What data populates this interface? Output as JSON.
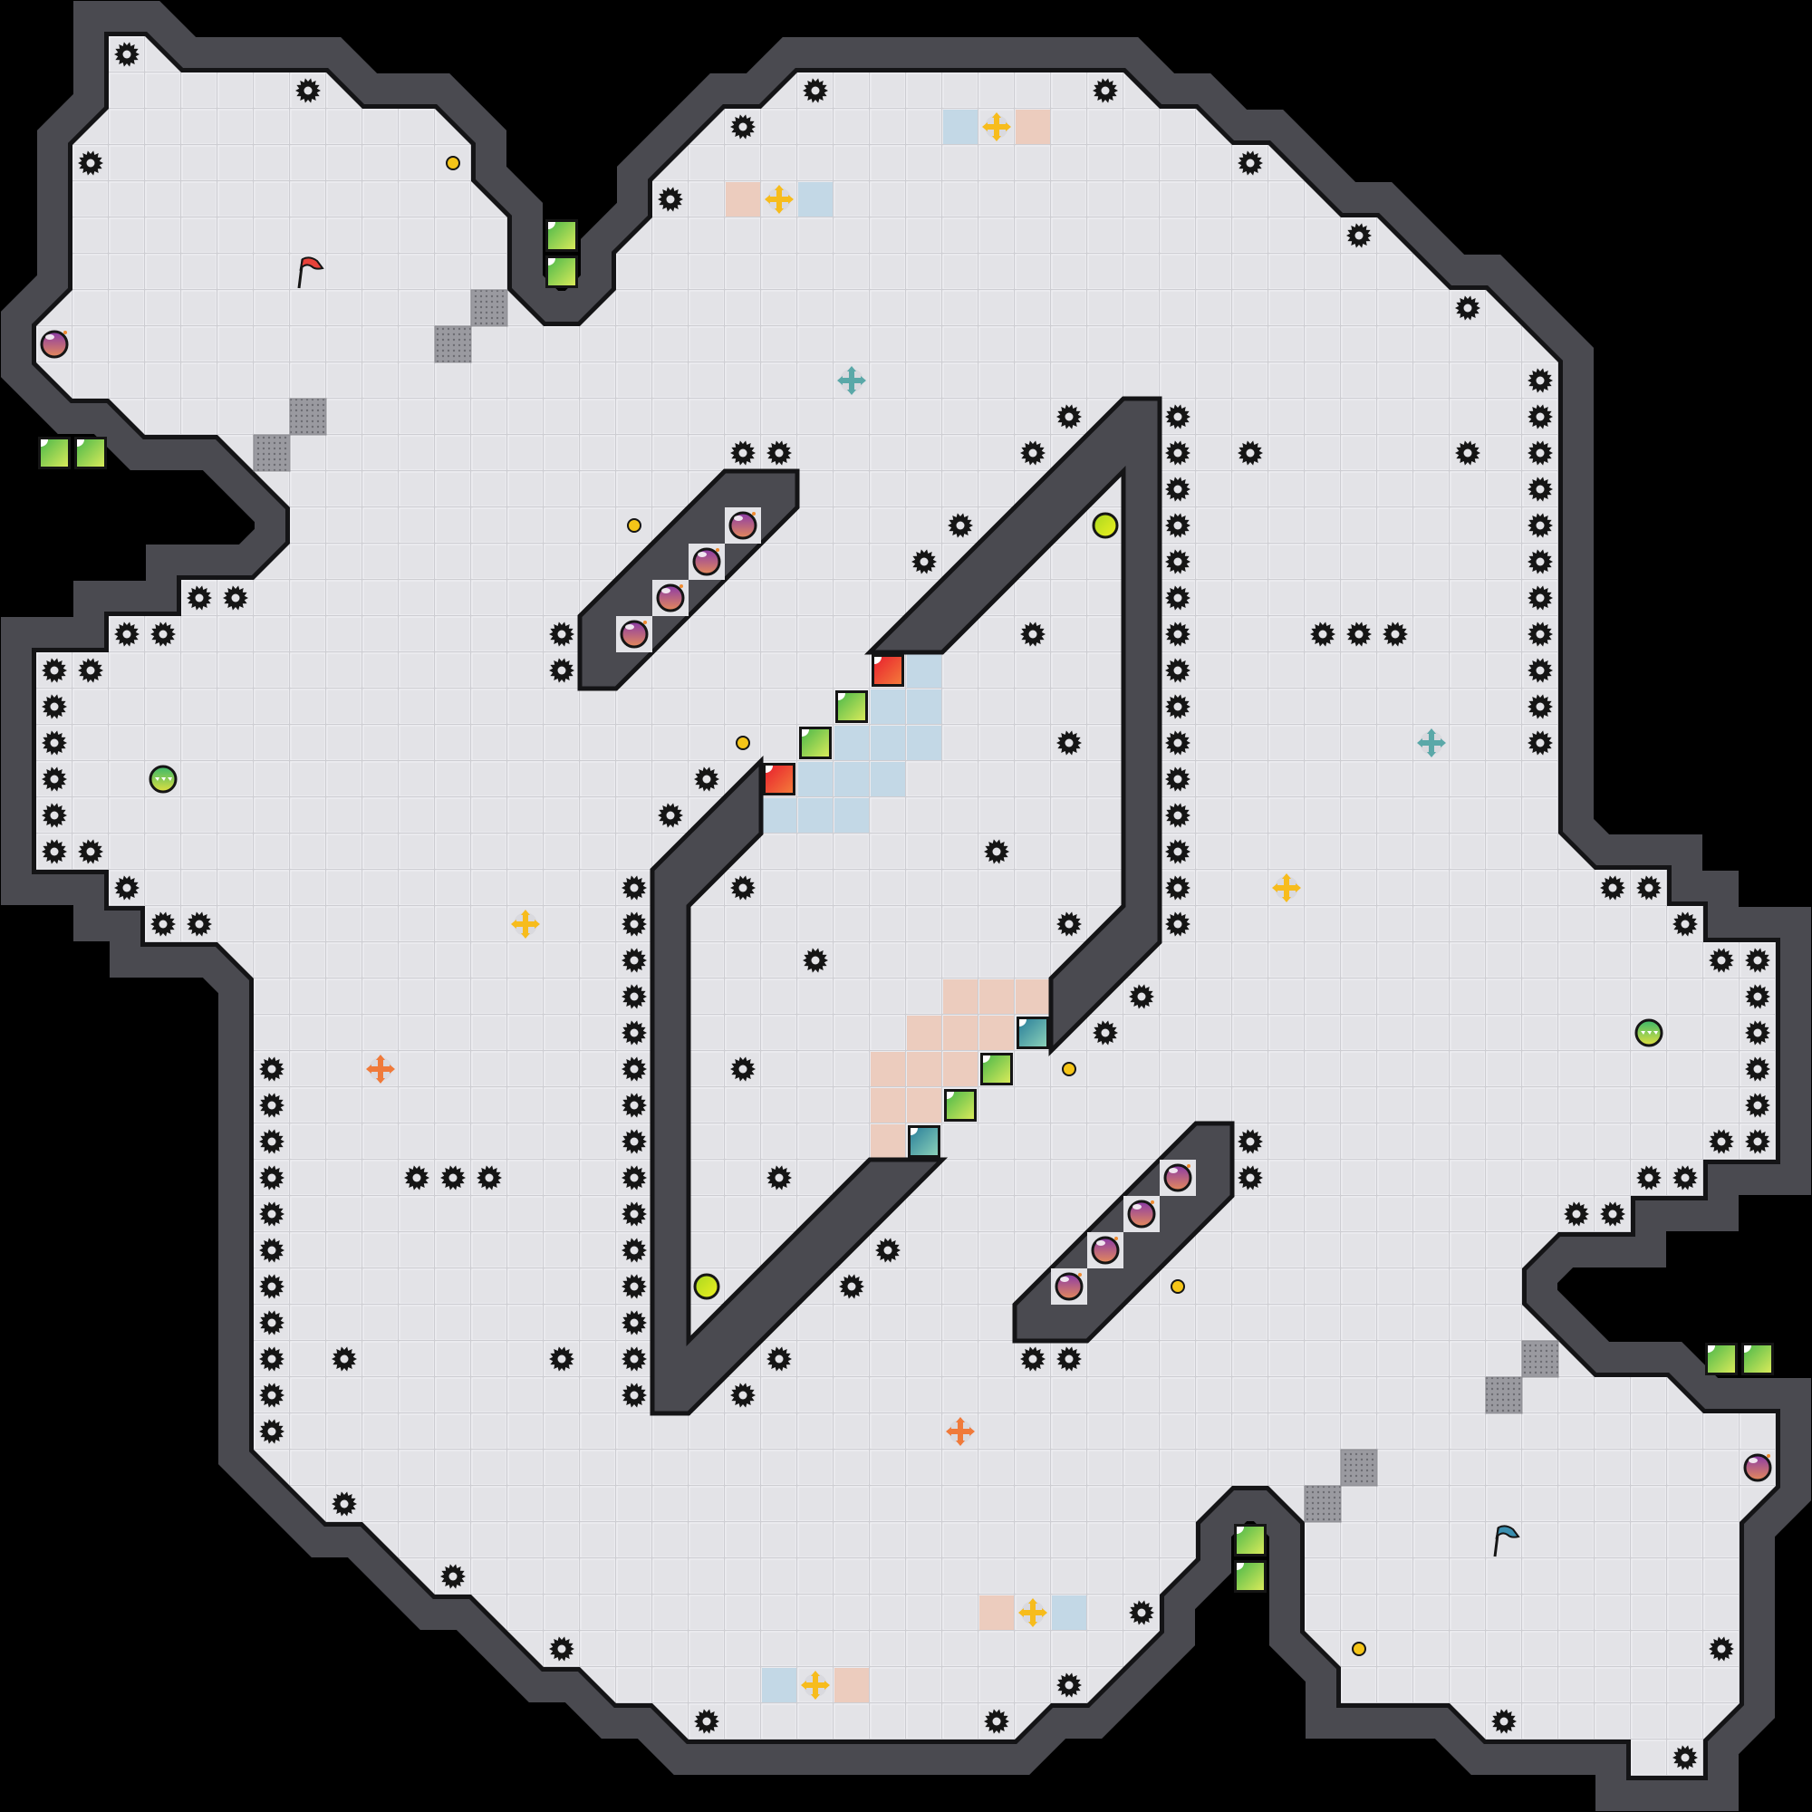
{
  "level": {
    "grid_size": 50,
    "colors": {
      "floor": "#e3e3e7",
      "grid_line": "#cfcfd4",
      "wall": "#4a4a50",
      "wall_edge": "#141416",
      "blue_tile": "#c3d8e6",
      "peach_tile": "#ecccbe"
    },
    "gears": [
      [
        3,
        1
      ],
      [
        8,
        2
      ],
      [
        2,
        4
      ],
      [
        22,
        2
      ],
      [
        30,
        2
      ],
      [
        20,
        3
      ],
      [
        34,
        4
      ],
      [
        18,
        5
      ],
      [
        37,
        6
      ],
      [
        40,
        8
      ],
      [
        42,
        10
      ],
      [
        42,
        11
      ],
      [
        42,
        12
      ],
      [
        42,
        13
      ],
      [
        42,
        14
      ],
      [
        42,
        15
      ],
      [
        42,
        16
      ],
      [
        42,
        17
      ],
      [
        42,
        18
      ],
      [
        42,
        19
      ],
      [
        42,
        20
      ],
      [
        29,
        11
      ],
      [
        32,
        11
      ],
      [
        20,
        12
      ],
      [
        21,
        12
      ],
      [
        28,
        12
      ],
      [
        32,
        12
      ],
      [
        34,
        12
      ],
      [
        40,
        12
      ],
      [
        32,
        13
      ],
      [
        32,
        14
      ],
      [
        26,
        14
      ],
      [
        32,
        15
      ],
      [
        25,
        15
      ],
      [
        32,
        16
      ],
      [
        5,
        16
      ],
      [
        6,
        16
      ],
      [
        3,
        17
      ],
      [
        4,
        17
      ],
      [
        15,
        17
      ],
      [
        28,
        17
      ],
      [
        32,
        17
      ],
      [
        36,
        17
      ],
      [
        37,
        17
      ],
      [
        38,
        17
      ],
      [
        1,
        18
      ],
      [
        2,
        18
      ],
      [
        15,
        18
      ],
      [
        32,
        18
      ],
      [
        1,
        19
      ],
      [
        32,
        19
      ],
      [
        1,
        20
      ],
      [
        29,
        20
      ],
      [
        32,
        20
      ],
      [
        1,
        21
      ],
      [
        19,
        21
      ],
      [
        32,
        21
      ],
      [
        1,
        22
      ],
      [
        18,
        22
      ],
      [
        32,
        22
      ],
      [
        1,
        23
      ],
      [
        2,
        23
      ],
      [
        27,
        23
      ],
      [
        32,
        23
      ],
      [
        3,
        24
      ],
      [
        17,
        24
      ],
      [
        20,
        24
      ],
      [
        32,
        24
      ],
      [
        44,
        24
      ],
      [
        45,
        24
      ],
      [
        4,
        25
      ],
      [
        5,
        25
      ],
      [
        17,
        25
      ],
      [
        29,
        25
      ],
      [
        32,
        25
      ],
      [
        46,
        25
      ],
      [
        17,
        26
      ],
      [
        22,
        26
      ],
      [
        47,
        26
      ],
      [
        48,
        26
      ],
      [
        17,
        27
      ],
      [
        31,
        27
      ],
      [
        48,
        27
      ],
      [
        17,
        28
      ],
      [
        30,
        28
      ],
      [
        48,
        28
      ],
      [
        7,
        29
      ],
      [
        17,
        29
      ],
      [
        20,
        29
      ],
      [
        48,
        29
      ],
      [
        7,
        30
      ],
      [
        17,
        30
      ],
      [
        48,
        30
      ],
      [
        7,
        31
      ],
      [
        17,
        31
      ],
      [
        34,
        31
      ],
      [
        47,
        31
      ],
      [
        48,
        31
      ],
      [
        7,
        32
      ],
      [
        11,
        32
      ],
      [
        12,
        32
      ],
      [
        13,
        32
      ],
      [
        17,
        32
      ],
      [
        21,
        32
      ],
      [
        34,
        32
      ],
      [
        45,
        32
      ],
      [
        46,
        32
      ],
      [
        7,
        33
      ],
      [
        17,
        33
      ],
      [
        43,
        33
      ],
      [
        44,
        33
      ],
      [
        7,
        34
      ],
      [
        17,
        34
      ],
      [
        24,
        34
      ],
      [
        7,
        35
      ],
      [
        17,
        35
      ],
      [
        23,
        35
      ],
      [
        7,
        36
      ],
      [
        17,
        36
      ],
      [
        7,
        37
      ],
      [
        9,
        37
      ],
      [
        15,
        37
      ],
      [
        17,
        37
      ],
      [
        21,
        37
      ],
      [
        28,
        37
      ],
      [
        29,
        37
      ],
      [
        7,
        38
      ],
      [
        17,
        38
      ],
      [
        20,
        38
      ],
      [
        7,
        39
      ],
      [
        9,
        41
      ],
      [
        12,
        43
      ],
      [
        31,
        44
      ],
      [
        15,
        45
      ],
      [
        47,
        45
      ],
      [
        29,
        46
      ],
      [
        19,
        47
      ],
      [
        27,
        47
      ],
      [
        41,
        47
      ],
      [
        46,
        48
      ]
    ],
    "bombs": [
      [
        1,
        9
      ],
      [
        20,
        14
      ],
      [
        19,
        15
      ],
      [
        18,
        16
      ],
      [
        17,
        17
      ],
      [
        32,
        32
      ],
      [
        31,
        33
      ],
      [
        30,
        34
      ],
      [
        29,
        35
      ],
      [
        48,
        40
      ]
    ],
    "bomb_alcoves": [
      [
        20,
        14
      ],
      [
        19,
        15
      ],
      [
        18,
        16
      ],
      [
        17,
        17
      ],
      [
        32,
        32
      ],
      [
        31,
        33
      ],
      [
        30,
        34
      ],
      [
        29,
        35
      ]
    ],
    "green_blocks": [
      [
        15,
        6
      ],
      [
        15,
        7
      ],
      [
        1,
        12
      ],
      [
        2,
        12
      ],
      [
        23,
        19
      ],
      [
        22,
        20
      ],
      [
        27,
        29
      ],
      [
        26,
        30
      ],
      [
        47,
        37
      ],
      [
        48,
        37
      ],
      [
        34,
        42
      ],
      [
        34,
        43
      ]
    ],
    "red_blocks": [
      [
        24,
        18
      ],
      [
        21,
        21
      ]
    ],
    "teal_blocks": [
      [
        28,
        28
      ],
      [
        25,
        31
      ]
    ],
    "blue_tiles": [
      [
        26,
        3
      ],
      [
        22,
        5
      ],
      [
        25,
        18
      ],
      [
        24,
        19
      ],
      [
        25,
        19
      ],
      [
        23,
        20
      ],
      [
        24,
        20
      ],
      [
        25,
        20
      ],
      [
        22,
        21
      ],
      [
        23,
        21
      ],
      [
        24,
        21
      ],
      [
        21,
        22
      ],
      [
        22,
        22
      ],
      [
        23,
        22
      ],
      [
        29,
        44
      ],
      [
        21,
        46
      ]
    ],
    "peach_tiles": [
      [
        28,
        3
      ],
      [
        20,
        5
      ],
      [
        26,
        27
      ],
      [
        27,
        27
      ],
      [
        28,
        27
      ],
      [
        25,
        28
      ],
      [
        26,
        28
      ],
      [
        27,
        28
      ],
      [
        24,
        29
      ],
      [
        25,
        29
      ],
      [
        26,
        29
      ],
      [
        24,
        30
      ],
      [
        25,
        30
      ],
      [
        24,
        31
      ],
      [
        27,
        44
      ],
      [
        23,
        46
      ]
    ],
    "yellow_movers": [
      [
        27,
        3
      ],
      [
        21,
        5
      ],
      [
        14,
        25
      ],
      [
        35,
        24
      ],
      [
        28,
        44
      ],
      [
        22,
        46
      ]
    ],
    "teal_movers": [
      [
        23,
        10
      ],
      [
        39,
        20
      ]
    ],
    "orange_movers": [
      [
        10,
        29
      ],
      [
        26,
        39
      ]
    ],
    "coins": [
      [
        12,
        4
      ],
      [
        17,
        14
      ],
      [
        20,
        20
      ],
      [
        29,
        29
      ],
      [
        32,
        35
      ],
      [
        37,
        45
      ]
    ],
    "orbs": [
      [
        30,
        14
      ],
      [
        19,
        35
      ]
    ],
    "striped_balls": [
      [
        4,
        21
      ],
      [
        45,
        28
      ]
    ],
    "grates": [
      [
        13,
        8
      ],
      [
        12,
        9
      ],
      [
        8,
        11
      ],
      [
        7,
        12
      ],
      [
        42,
        37
      ],
      [
        41,
        38
      ],
      [
        37,
        40
      ],
      [
        36,
        41
      ]
    ],
    "flags": [
      {
        "team": "red",
        "cell": [
          8,
          7
        ],
        "color": "#e8423a"
      },
      {
        "team": "blue",
        "cell": [
          41,
          42
        ],
        "color": "#3a8fb0"
      }
    ]
  }
}
